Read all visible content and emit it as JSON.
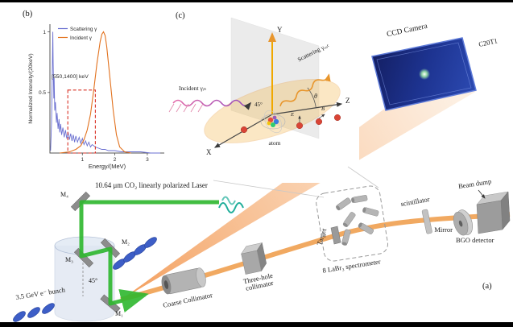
{
  "window": {
    "bg": "#ffffff",
    "bar_color": "#000000"
  },
  "panel_b": {
    "label": "(b)",
    "yticks": [
      "1",
      "0.5"
    ],
    "xticks": [
      "1",
      "2",
      "3"
    ]
  },
  "chart_data": {
    "type": "line",
    "title": "",
    "xlabel": "Energy/(MeV)",
    "ylabel": "Normalized Intensity/(20keV)",
    "xlim": [
      0,
      3.5
    ],
    "ylim": [
      0,
      1.05
    ],
    "grid": false,
    "legend_position": "top-left",
    "annotation": {
      "text": "[550,1400] keV",
      "color": "#d93025"
    },
    "annotation_box": {
      "x": [
        0.55,
        1.4
      ],
      "y": [
        0,
        0.52
      ]
    },
    "series": [
      {
        "name": "Scattering γ",
        "color": "#6a6fd0",
        "x": [
          0.02,
          0.05,
          0.07,
          0.09,
          0.1,
          0.12,
          0.13,
          0.15,
          0.17,
          0.2,
          0.22,
          0.25,
          0.28,
          0.3,
          0.33,
          0.36,
          0.4,
          0.44,
          0.48,
          0.52,
          0.56,
          0.6,
          0.64,
          0.68,
          0.72,
          0.76,
          0.8,
          0.85,
          0.9,
          0.95,
          1.0,
          1.05,
          1.1,
          1.15,
          1.2,
          1.25,
          1.3,
          1.4,
          1.5,
          1.6,
          1.7,
          1.8,
          2.0,
          2.2,
          2.5,
          2.8,
          3.1,
          3.4
        ],
        "y": [
          0.02,
          0.25,
          0.6,
          1.0,
          0.75,
          0.45,
          0.62,
          0.35,
          0.42,
          0.25,
          0.33,
          0.2,
          0.28,
          0.17,
          0.24,
          0.15,
          0.21,
          0.13,
          0.19,
          0.12,
          0.17,
          0.11,
          0.16,
          0.1,
          0.15,
          0.09,
          0.14,
          0.09,
          0.13,
          0.08,
          0.12,
          0.07,
          0.1,
          0.06,
          0.09,
          0.05,
          0.07,
          0.05,
          0.04,
          0.03,
          0.03,
          0.02,
          0.02,
          0.01,
          0.01,
          0.01,
          0.0,
          0.0
        ]
      },
      {
        "name": "Incident γ",
        "color": "#e2711d",
        "x": [
          0.3,
          0.6,
          0.8,
          0.95,
          1.05,
          1.15,
          1.25,
          1.35,
          1.45,
          1.55,
          1.6,
          1.65,
          1.7,
          1.75,
          1.85,
          1.95,
          2.05,
          2.15,
          2.3,
          2.5
        ],
        "y": [
          0.0,
          0.01,
          0.03,
          0.06,
          0.11,
          0.19,
          0.32,
          0.52,
          0.74,
          0.92,
          0.98,
          1.0,
          0.97,
          0.88,
          0.62,
          0.35,
          0.15,
          0.05,
          0.01,
          0.0
        ]
      }
    ]
  },
  "panel_c": {
    "label": "(c)",
    "axis_x": "X",
    "axis_y": "Y",
    "axis_z": "Z",
    "incident": "Incident γᵢₙ",
    "scattering": "Scattering γₒᵤₜ",
    "atom": "atom",
    "theta": "θ",
    "angle_45": "45°",
    "e_label": "E",
    "b_label": "B"
  },
  "panel_a": {
    "label": "(a)",
    "laser": "10.64 μm CO₂ linearly polarized Laser",
    "ebunch": "3.5 GeV e⁻ bunch",
    "m1": "M₁",
    "m2": "M₂",
    "m3": "M₃",
    "m4": "M₄",
    "angle_45": "45°",
    "coarse_collimator": "Coarse Collimator",
    "three_hole_collimator": "Three-hole collimator",
    "target": "Target",
    "spectrometer": "8 LaBr₃ spectrometer",
    "scintillator": "scintillator",
    "mirror": "Mirror",
    "bgo": "BGO detector",
    "beam_dump": "Beam dump",
    "ccd_camera": "CCD Camera",
    "ccd_model": "C20T1"
  },
  "colors": {
    "laser_green": "#2eb82e",
    "beam_orange": "#f0a050",
    "ccd_blue": "#1d3390",
    "ebunch_blue": "#3d5ec7",
    "roi_red": "#d93025"
  }
}
